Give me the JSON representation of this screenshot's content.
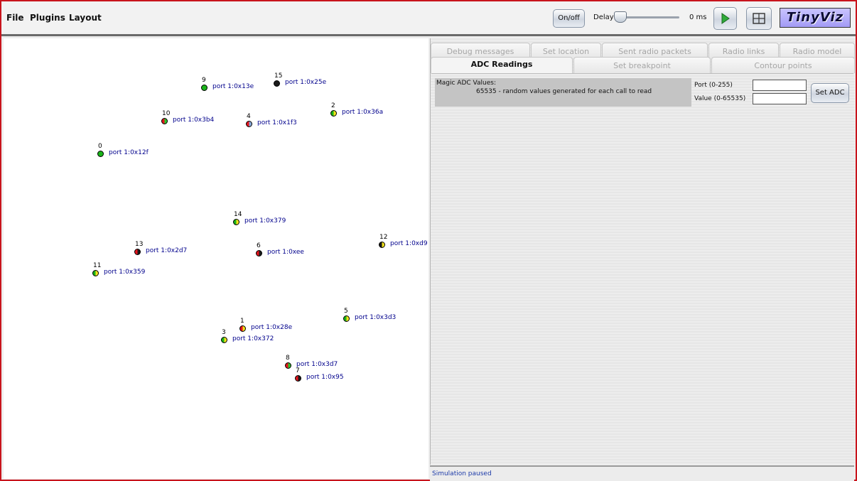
{
  "menu": {
    "file": "File",
    "plugins": "Plugins",
    "layout": "Layout"
  },
  "toolbar": {
    "onoff_label": "On/off",
    "delay_label": "Delay",
    "delay_value": "0 ms",
    "delay_level": 0,
    "play_icon": "play-icon",
    "grid_icon": "grid-icon",
    "logo_text": "TinyViz"
  },
  "motes": [
    {
      "id": "9",
      "label": "port 1:0x13e",
      "colors": [
        "#1ab41a",
        "#1ab41a"
      ]
    },
    {
      "id": "15",
      "label": "port 1:0x25e",
      "colors": [
        "#1a1a1a",
        "#1a1a1a"
      ]
    },
    {
      "id": "10",
      "label": "port 1:0x3b4",
      "colors": [
        "#e4141c",
        "#2cc32c"
      ]
    },
    {
      "id": "4",
      "label": "port 1:0x1f3",
      "colors": [
        "#e4141c",
        "#8aa8d8"
      ]
    },
    {
      "id": "2",
      "label": "port 1:0x36a",
      "colors": [
        "#1ab41a",
        "#f2e21a"
      ]
    },
    {
      "id": "0",
      "label": "port 1:0x12f",
      "colors": [
        "#1ab41a",
        "#1ab41a"
      ]
    },
    {
      "id": "14",
      "label": "port 1:0x379",
      "colors": [
        "#1ab41a",
        "#f2e21a"
      ]
    },
    {
      "id": "12",
      "label": "port 1:0xd9",
      "colors": [
        "#1a1a1a",
        "#f2e21a"
      ]
    },
    {
      "id": "13",
      "label": "port 1:0x2d7",
      "colors": [
        "#e4141c",
        "#1a1a1a"
      ]
    },
    {
      "id": "6",
      "label": "port 1:0xee",
      "colors": [
        "#e4141c",
        "#1a1a1a"
      ]
    },
    {
      "id": "11",
      "label": "port 1:0x359",
      "colors": [
        "#1ab41a",
        "#f2e21a"
      ]
    },
    {
      "id": "1",
      "label": "port 1:0x28e",
      "colors": [
        "#e4141c",
        "#f2e21a"
      ]
    },
    {
      "id": "5",
      "label": "port 1:0x3d3",
      "colors": [
        "#1ab41a",
        "#f2e21a"
      ]
    },
    {
      "id": "3",
      "label": "port 1:0x372",
      "colors": [
        "#1ab41a",
        "#f2e21a"
      ]
    },
    {
      "id": "8",
      "label": "port 1:0x3d7",
      "colors": [
        "#e4141c",
        "#2cc32c"
      ]
    },
    {
      "id": "7",
      "label": "port 1:0x95",
      "colors": [
        "#e4141c",
        "#1a1a1a"
      ]
    }
  ],
  "tabs": {
    "row1": [
      "Debug messages",
      "Set location",
      "Sent radio packets",
      "Radio links",
      "Radio model"
    ],
    "row2": [
      "ADC Readings",
      "Set breakpoint",
      "Contour points"
    ],
    "active": "ADC Readings"
  },
  "adc": {
    "title": "Magic ADC Values:",
    "description": "65535 - random values generated for each call to read",
    "port_label": "Port (0-255)",
    "port_value": "",
    "value_label": "Value (0-65535)",
    "value_value": "",
    "set_button": "Set ADC"
  },
  "status": "Simulation paused"
}
